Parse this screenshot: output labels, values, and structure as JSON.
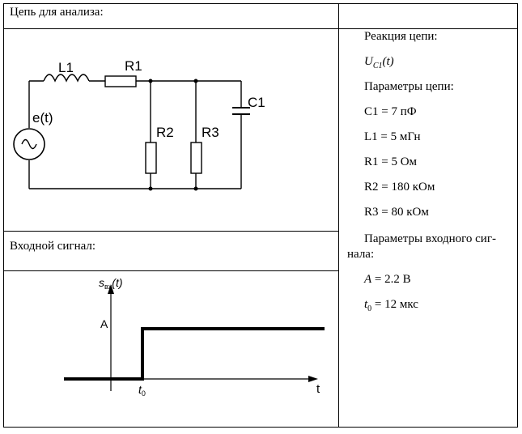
{
  "table": {
    "cell_circuit_label": "Цепь для анализа:",
    "cell_signal_label": "Входной сигнал:"
  },
  "circuit": {
    "source_label": "e(t)",
    "L1": "L1",
    "R1": "R1",
    "R2": "R2",
    "R3": "R3",
    "C1": "C1"
  },
  "signal_plot": {
    "y_label_main": "s",
    "y_label_sub": "вх",
    "y_label_arg": "(t)",
    "level_label": "A",
    "x_tick_main": "t",
    "x_tick_sub": "0",
    "x_axis_label": "t"
  },
  "right_panel": {
    "reaction_heading": "Реакция цепи:",
    "reaction_var_main": "U",
    "reaction_var_sub": "C1",
    "reaction_var_arg": "(t)",
    "params_heading": "Параметры цепи:",
    "params": [
      "C1 = 7 пФ",
      "L1 = 5 мГн",
      "R1 = 5 Ом",
      "R2 = 180 кОм",
      "R3 = 80 кОм"
    ],
    "input_heading_line1": "Параметры входного сиг-",
    "input_heading_line2": "нала:",
    "input_A_name": "A",
    "input_A_value": " = 2.2 В",
    "input_t0_main": "t",
    "input_t0_sub": "0",
    "input_t0_value": " = 12 мкс"
  }
}
